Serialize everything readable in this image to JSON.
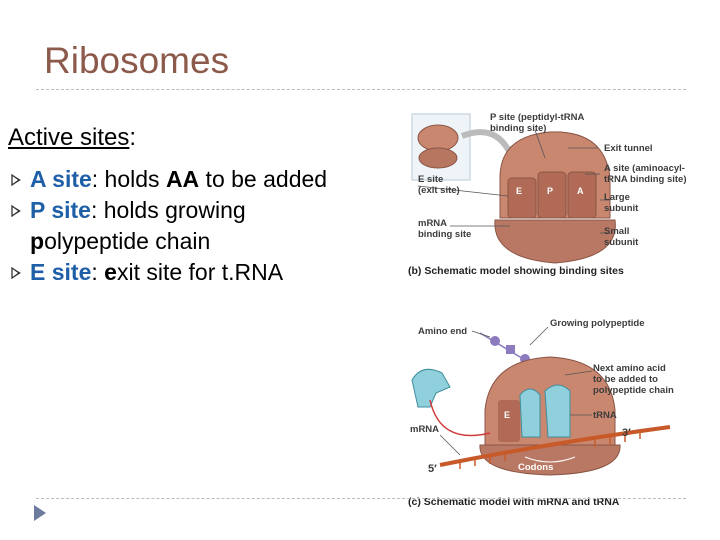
{
  "slide": {
    "title": "Ribosomes",
    "heading_main": "Active sites",
    "heading_colon": ":",
    "bullets": [
      {
        "lead": "A site",
        "rest_pre": ": holds ",
        "bold_mid": "AA",
        "rest_post": " to be added"
      },
      {
        "lead": "P site",
        "rest_pre": ": holds growing",
        "line2_bold": "p",
        "line2_rest": "olypeptide chain"
      },
      {
        "lead": "E site",
        "rest_pre": ": ",
        "bold_mid": "e",
        "rest_post": "xit site for t.RNA"
      }
    ]
  },
  "figure_b": {
    "p_site_label": [
      "P site (peptidyl-tRNA",
      "binding site)"
    ],
    "exit_tunnel": "Exit tunnel",
    "a_site_label": [
      "A site (aminoacyl-",
      "tRNA binding site)"
    ],
    "e_site_label": [
      "E site",
      "(exit site)"
    ],
    "large_subunit": [
      "Large",
      "subunit"
    ],
    "mrna_site": [
      "mRNA",
      "binding site"
    ],
    "small_subunit": [
      "Small",
      "subunit"
    ],
    "site_letters": [
      "E",
      "P",
      "A"
    ],
    "caption": "(b) Schematic model showing binding sites"
  },
  "figure_c": {
    "amino_end": "Amino end",
    "growing_polypeptide": "Growing polypeptide",
    "next_amino_acid": [
      "Next amino acid",
      "to be added to",
      "polypeptide chain"
    ],
    "trna": "tRNA",
    "mrna": "mRNA",
    "three_prime": "3′",
    "five_prime": "5′",
    "codons": "Codons",
    "e_letter": "E",
    "caption": "(c) Schematic model with mRNA and tRNA"
  },
  "colors": {
    "title": "#8c5a4a",
    "bullet_lead": "#1f5fa8",
    "ribosome": "#c98770",
    "trna": "#8fd0dc",
    "mrna": "#c85a2a",
    "amino_acid": "#8c7bbf"
  }
}
